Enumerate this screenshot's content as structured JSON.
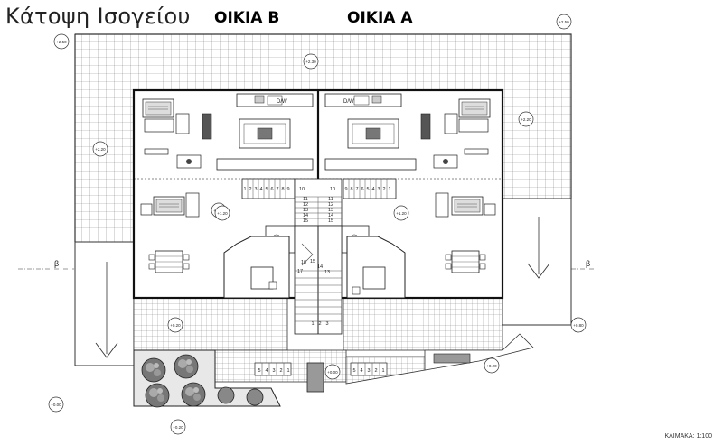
{
  "title": "Κάτοψη Ισογείου",
  "houses": {
    "b": "ΟΙΚΙΑ Β",
    "a": "ΟΙΚΙΑ Α"
  },
  "scale": "ΚΛΙΜΑΚΑ: 1:100",
  "section_marker": "β",
  "elevations": [
    "+2.50",
    "+2.50",
    "+2.30",
    "+2.20",
    "+2.20",
    "+1.20",
    "+1.20",
    "+1.20",
    "+0.80",
    "+0.20",
    "+0.20",
    "+0.00",
    "+0.00",
    "+0.20"
  ],
  "appliance_label": "D/W",
  "stair_left_upper": [
    "1",
    "2",
    "3",
    "4",
    "5",
    "6",
    "7",
    "8",
    "9"
  ],
  "stair_right_upper": [
    "9",
    "8",
    "7",
    "6",
    "5",
    "4",
    "3",
    "2",
    "1"
  ],
  "stair_center_top": "10",
  "stair_center": [
    "11",
    "12",
    "13",
    "14",
    "15"
  ],
  "stair_lower_left": [
    "16",
    "17"
  ],
  "stair_lower_mid": [
    "15",
    "14",
    "13"
  ],
  "stair_entry": [
    "1",
    "2",
    "3"
  ],
  "stair_ext_left": [
    "5",
    "4",
    "3",
    "2",
    "1"
  ],
  "stair_ext_right": [
    "5",
    "4",
    "3",
    "2",
    "1"
  ]
}
